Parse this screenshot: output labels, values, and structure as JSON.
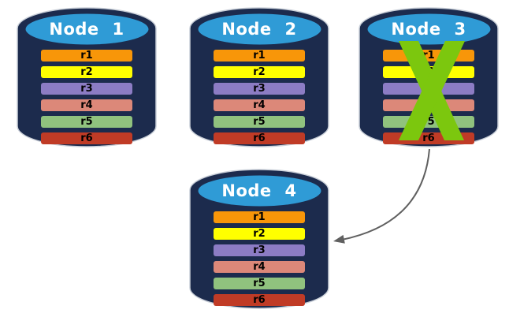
{
  "diagram": {
    "description": "replicated-database-nodes-failover",
    "nodes": [
      {
        "label": "Node 1",
        "failed": false
      },
      {
        "label": "Node 2",
        "failed": false
      },
      {
        "label": "Node 3",
        "failed": true
      },
      {
        "label": "Node 4",
        "failed": false
      }
    ],
    "replica_set": [
      {
        "label": "r1",
        "color": "#F89609"
      },
      {
        "label": "r2",
        "color": "#FFFF00"
      },
      {
        "label": "r3",
        "color": "#8C7CC4"
      },
      {
        "label": "r4",
        "color": "#DC8879"
      },
      {
        "label": "r5",
        "color": "#90C27E"
      },
      {
        "label": "r6",
        "color": "#C03B26"
      }
    ],
    "colors": {
      "cylinder_body": "#1C2B4D",
      "cylinder_top": "#2F9BD6",
      "cylinder_outline": "#C9CFD8",
      "title_text": "#FFFFFF",
      "bar_text": "#000000",
      "failure_x": "#7CC70E",
      "arrow": "#606060"
    }
  }
}
